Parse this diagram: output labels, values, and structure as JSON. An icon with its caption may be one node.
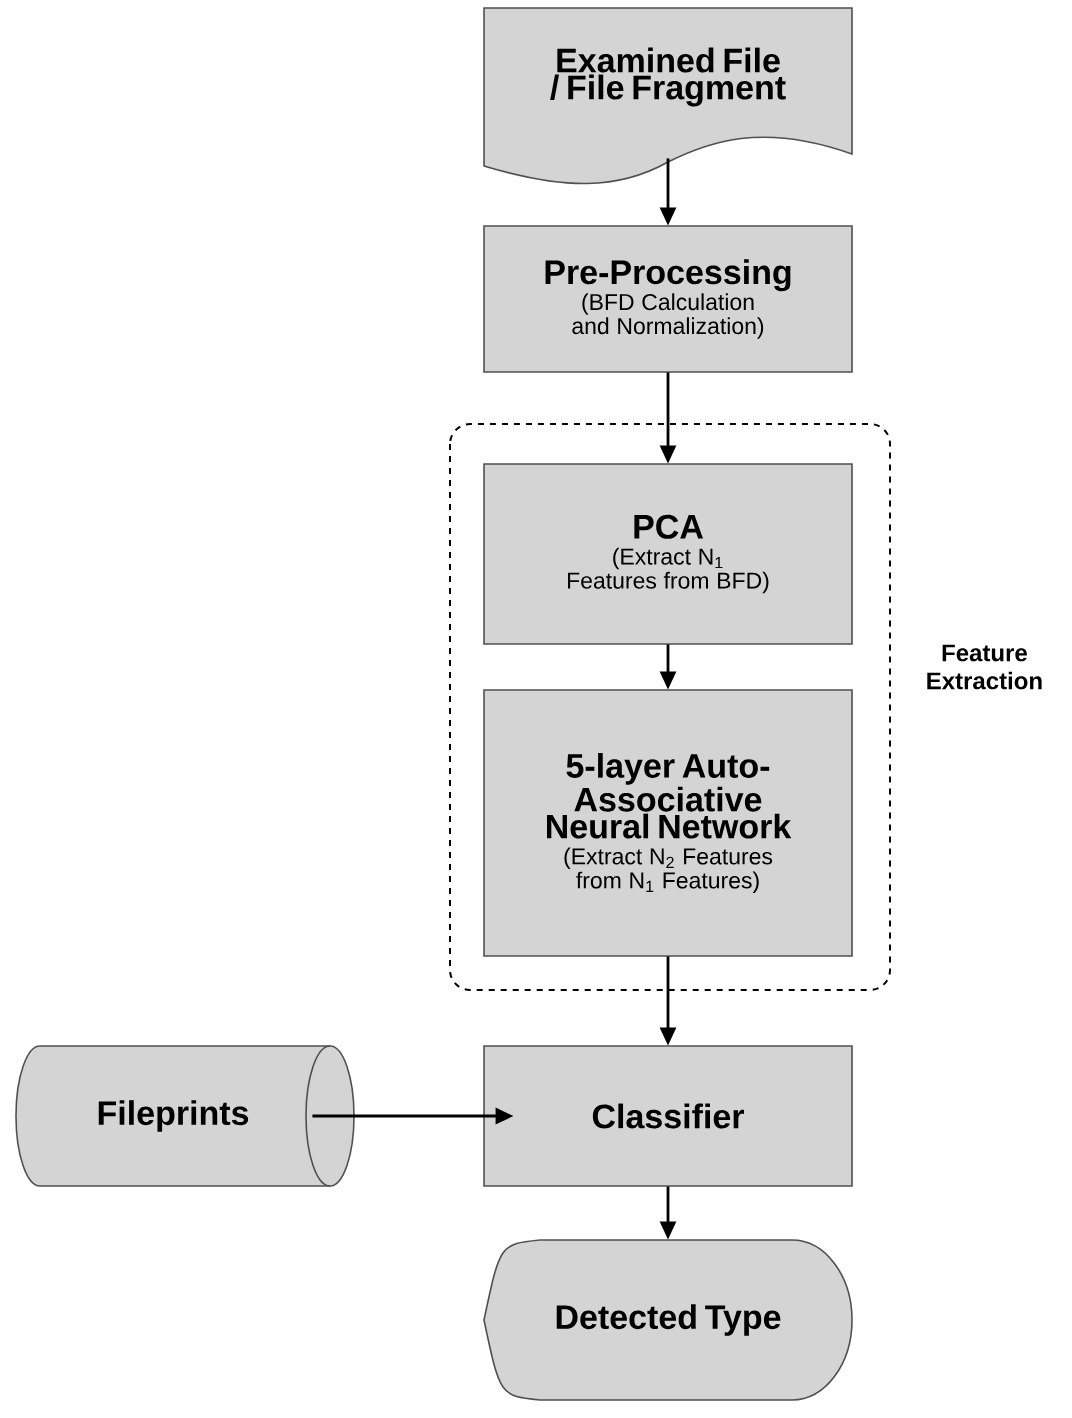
{
  "diagram": {
    "nodes": [
      {
        "text": [
          "Examined File / File Fragment"
        ]
      },
      {
        "text": [
          "Pre-Processing",
          "(BFD Calculation and Normalization)"
        ]
      },
      {
        "text": [
          "Feature Extraction"
        ]
      },
      {
        "text": [
          "PCA",
          "(Extract N$_{1}$ Features from BFD)"
        ],
        "in": 2
      },
      {
        "text": [
          "5-layer Auto-Associative Neural Network",
          "(Extract N$_{2}$ Features from N$_{1}$ Features)"
        ],
        "in": 2
      },
      {
        "text": [
          "Classifier"
        ]
      },
      {
        "text": [
          "Fileprints"
        ]
      },
      {
        "text": [
          "Detected Type"
        ]
      }
    ],
    "edges": [
      {
        "from": 0,
        "to": 1,
        "arrow": "to"
      },
      {
        "from": 1,
        "to": 3,
        "arrow": "to"
      },
      {
        "from": 3,
        "to": 4,
        "arrow": "to"
      },
      {
        "from": 4,
        "to": 5,
        "arrow": "to"
      },
      {
        "from": 6,
        "to": 5,
        "arrow": "to"
      },
      {
        "from": 5,
        "to": 7,
        "arrow": "to"
      }
    ]
  }
}
